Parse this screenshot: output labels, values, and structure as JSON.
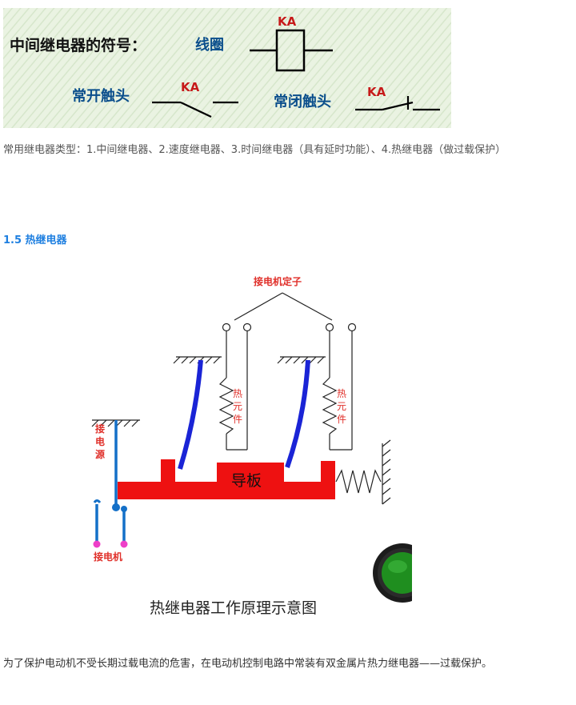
{
  "banner": {
    "title": "中间继电器的符号：",
    "coil_label": "线圈",
    "ka_coil": "KA",
    "no_contact_label": "常开触头",
    "ka_no": "KA",
    "nc_contact_label": "常闭触头",
    "ka_nc": "KA"
  },
  "types_paragraph": "常用继电器类型：1.中间继电器、2.速度继电器、3.时间继电器（具有延时功能）、4.热继电器（做过载保护）",
  "section_heading": "1.5 热继电器",
  "diagram": {
    "stator_label": "接电机定子",
    "heat_element_1": [
      "热",
      "元",
      "件"
    ],
    "heat_element_2": [
      "热",
      "元",
      "件"
    ],
    "power_label": [
      "接",
      "电",
      "源"
    ],
    "guide_plate_label": "导板",
    "motor_label": "接电机",
    "caption": "热继电器工作原理示意图",
    "colors": {
      "bimetal": "#1a24d6",
      "plate": "#ee1111",
      "red_text": "#e0302a",
      "switch": "#1470c8",
      "terminal": "#ee3fc8",
      "button": "#1f8e1f"
    }
  },
  "bottom_paragraph": "为了保护电动机不受长期过载电流的危害，在电动机控制电路中常装有双金属片热力继电器——过载保护。"
}
